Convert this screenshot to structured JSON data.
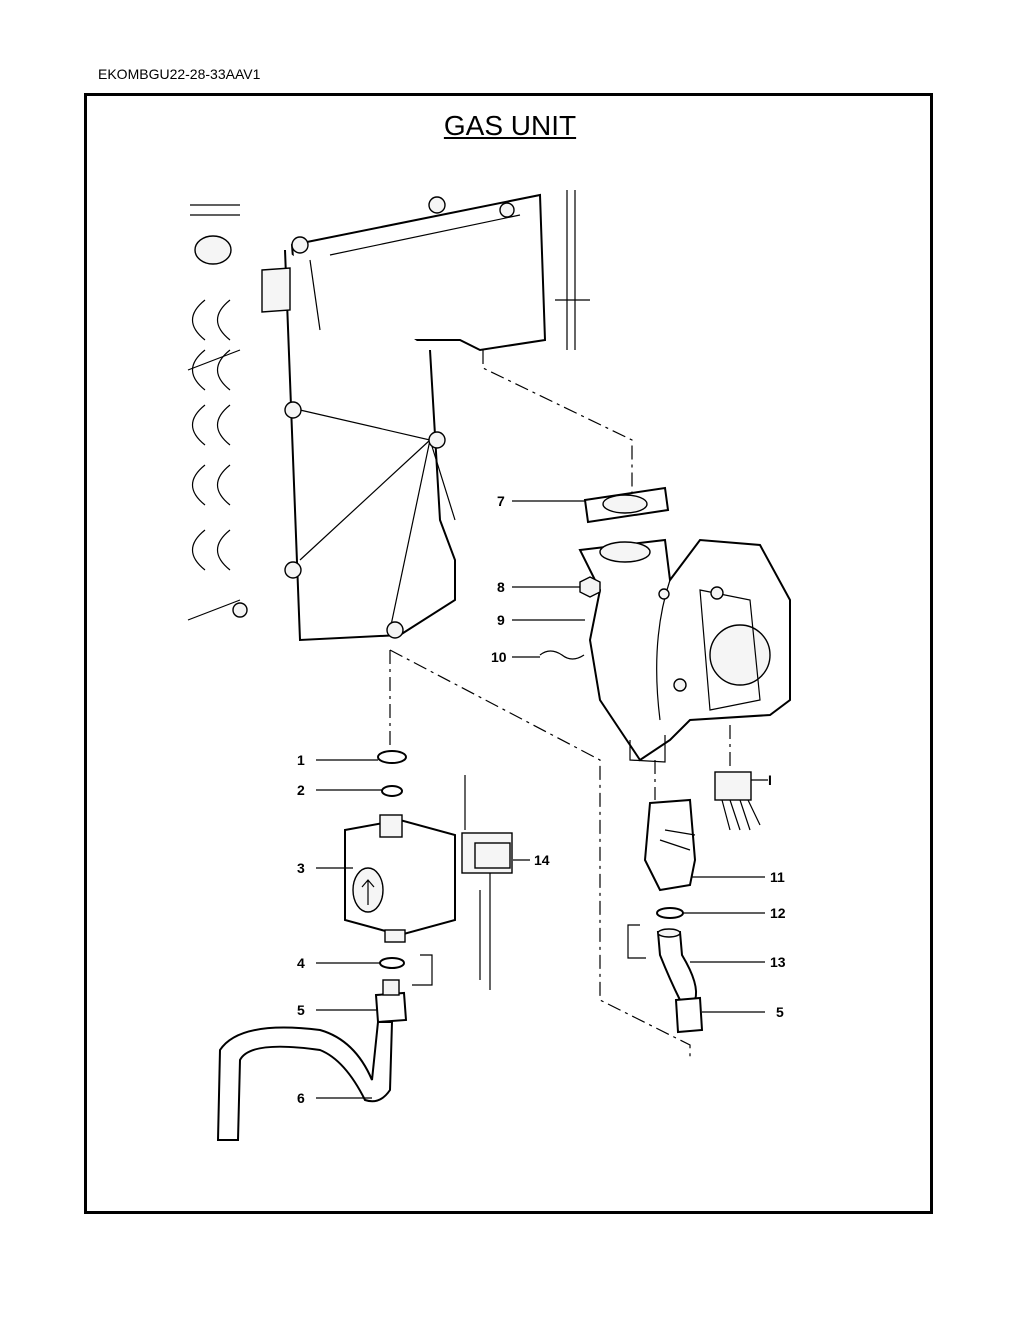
{
  "header": {
    "document_code": "EKOMBGU22-28-33AAV1"
  },
  "diagram": {
    "title": "GAS UNIT",
    "callouts": [
      {
        "id": "c7",
        "label": "7"
      },
      {
        "id": "c8",
        "label": "8"
      },
      {
        "id": "c9",
        "label": "9"
      },
      {
        "id": "c10",
        "label": "10"
      },
      {
        "id": "c1",
        "label": "1"
      },
      {
        "id": "c2",
        "label": "2"
      },
      {
        "id": "c3",
        "label": "3"
      },
      {
        "id": "c14",
        "label": "14"
      },
      {
        "id": "c4",
        "label": "4"
      },
      {
        "id": "c5a",
        "label": "5"
      },
      {
        "id": "c6",
        "label": "6"
      },
      {
        "id": "cI",
        "label": "I"
      },
      {
        "id": "c11",
        "label": "11"
      },
      {
        "id": "c12",
        "label": "12"
      },
      {
        "id": "c13",
        "label": "13"
      },
      {
        "id": "c5b",
        "label": "5"
      }
    ]
  }
}
